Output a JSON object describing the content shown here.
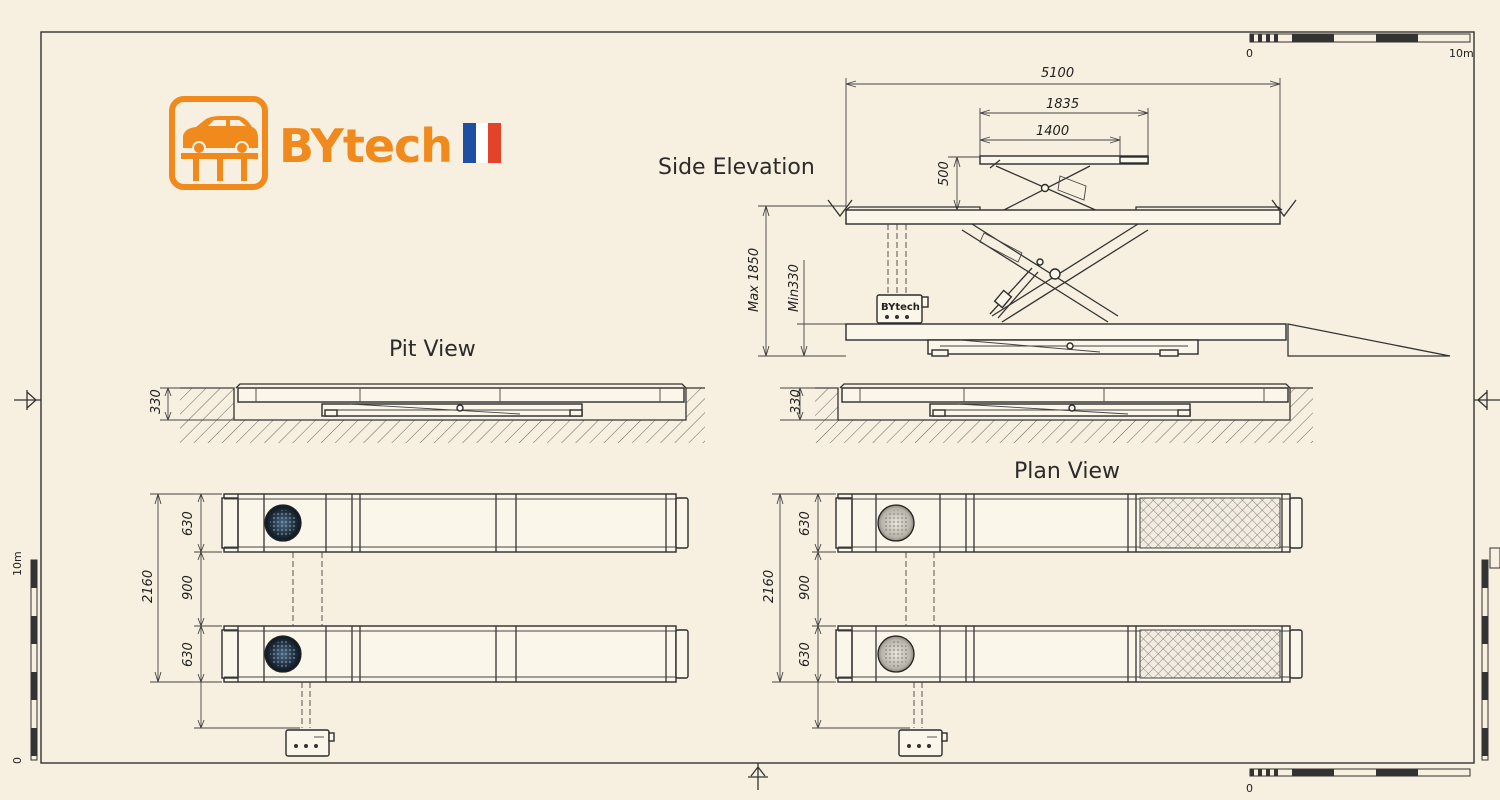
{
  "brand": {
    "name": "BYtech",
    "logo_color": "#f08a1c",
    "flag_colors": [
      "#1f4fa3",
      "#ffffff",
      "#e4432b"
    ],
    "panel_label": "BYtech"
  },
  "titles": {
    "side": "Side Elevation",
    "pit": "Pit View",
    "plan": "Plan View"
  },
  "dims": {
    "overall": "5100",
    "platform": "1835",
    "scissor": "1400",
    "lift_500": "500",
    "max": "Max 1850",
    "min": "Min330",
    "pit_left": "330",
    "pit_right": "330",
    "left_total": "2160",
    "left_top": "630",
    "left_mid": "900",
    "left_bot": "630",
    "right_total": "2160",
    "right_top": "630",
    "right_mid": "900",
    "right_bot": "630"
  },
  "scales": {
    "top_start": "0",
    "top_end": "10m",
    "left_start": "0",
    "left_end": "10m",
    "bottom_start": "0"
  }
}
